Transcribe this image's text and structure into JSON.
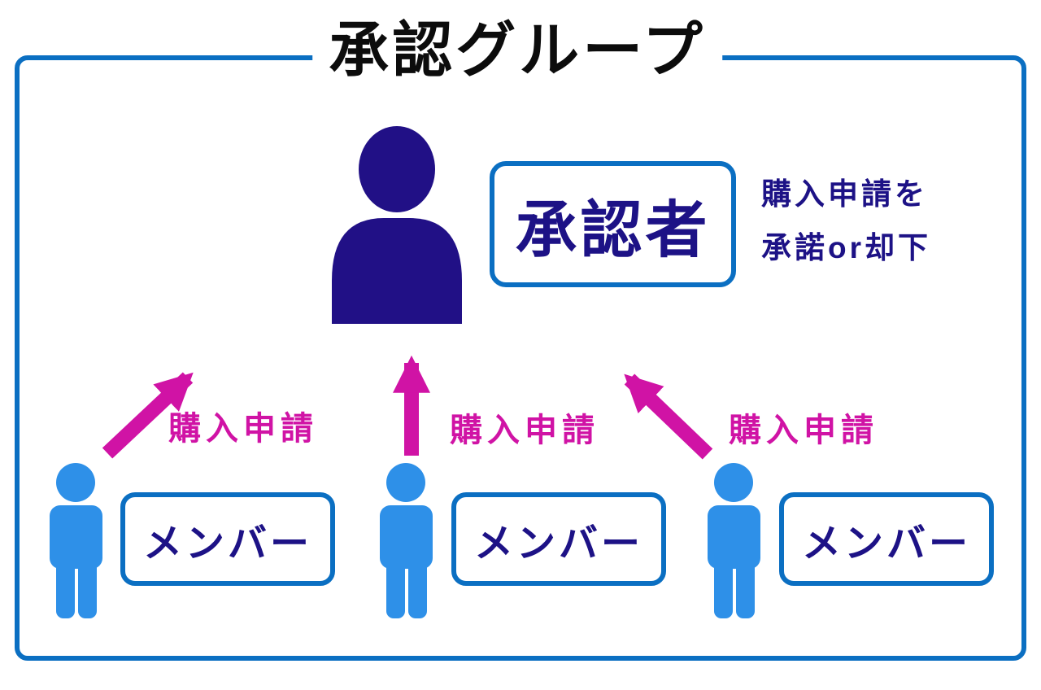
{
  "title": "承認グループ",
  "approver": {
    "label": "承認者",
    "icon": "person-bust",
    "note_line1": "購入申請を",
    "note_line2": "承諾or却下"
  },
  "arrows": [
    {
      "label": "購入申請",
      "direction": "up-right",
      "from": "member-1",
      "to": "approver"
    },
    {
      "label": "購入申請",
      "direction": "up",
      "from": "member-2",
      "to": "approver"
    },
    {
      "label": "購入申請",
      "direction": "up-left",
      "from": "member-3",
      "to": "approver"
    }
  ],
  "members": [
    {
      "label": "メンバー",
      "icon": "person-standing"
    },
    {
      "label": "メンバー",
      "icon": "person-standing"
    },
    {
      "label": "メンバー",
      "icon": "person-standing"
    }
  ],
  "colors": {
    "frame_blue": "#0b6fc2",
    "member_blue": "#2e90e8",
    "approver_navy": "#211086",
    "text_navy": "#1d1286",
    "arrow_pink": "#d013a5",
    "title_black": "#0c0c0c"
  }
}
